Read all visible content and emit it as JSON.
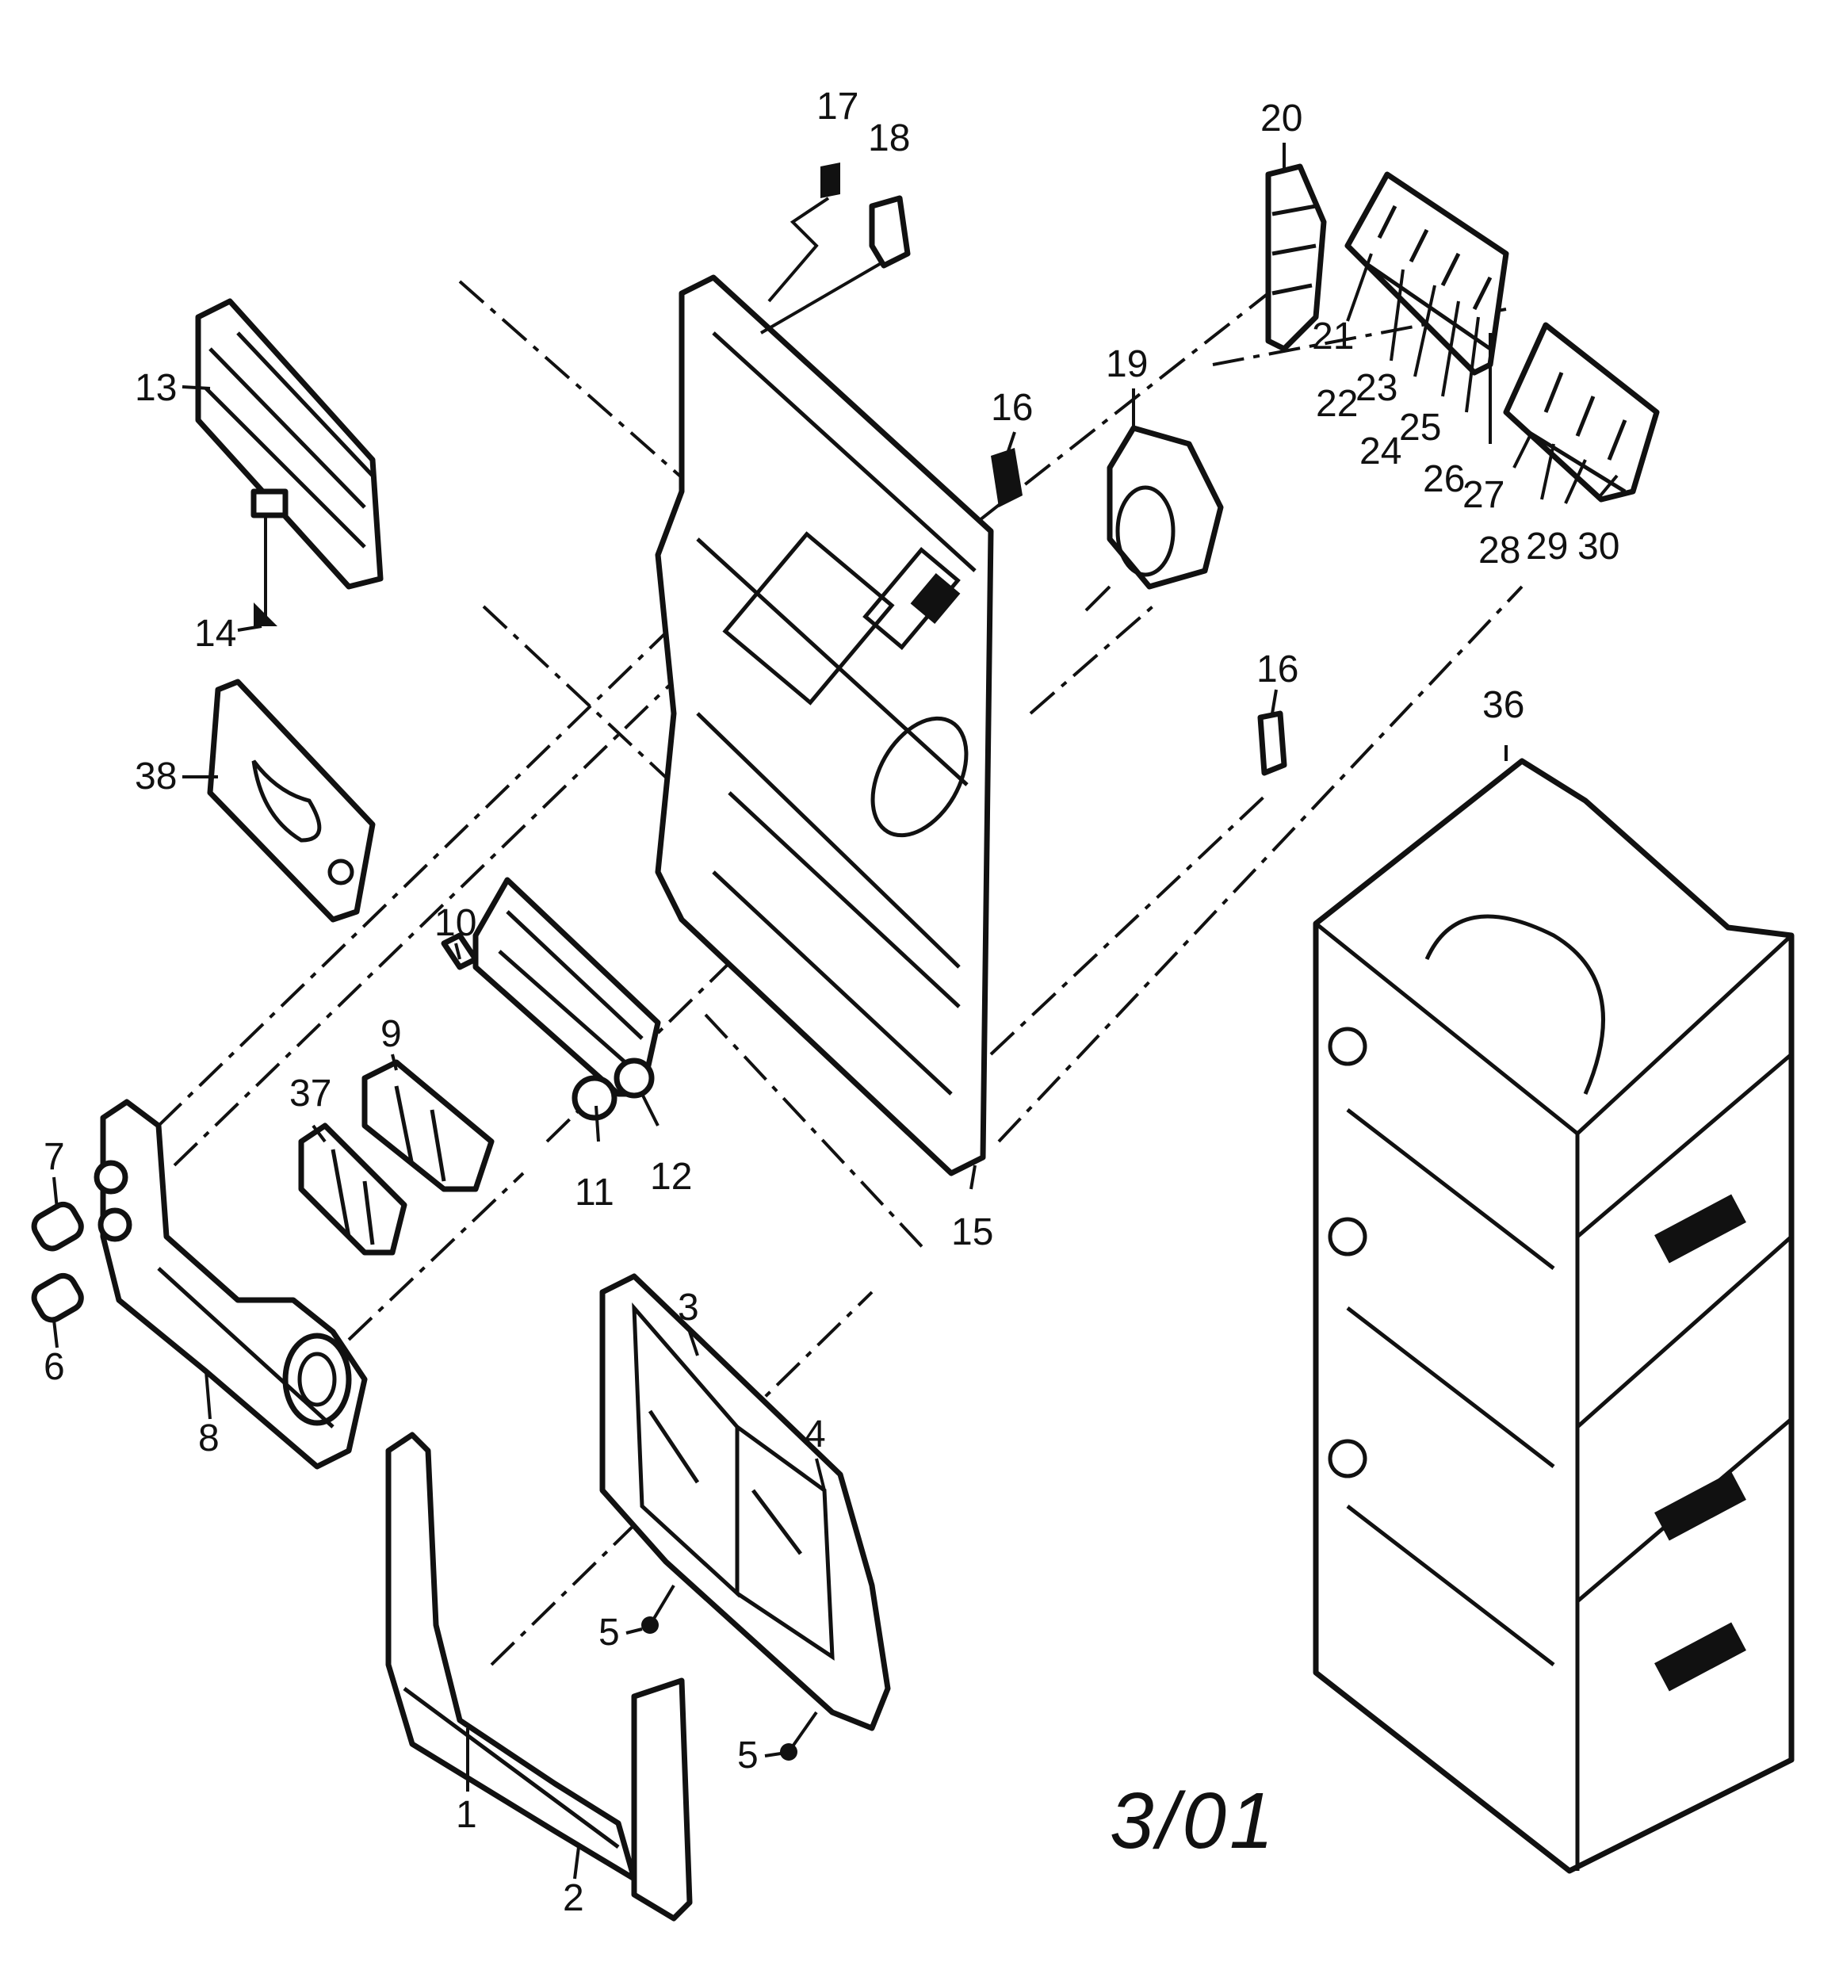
{
  "colors": {
    "line": "#111111",
    "background": "#ffffff"
  },
  "callouts": {
    "c1": "1",
    "c2": "2",
    "c3": "3",
    "c4": "4",
    "c5a": "5",
    "c5b": "5",
    "c6": "6",
    "c7": "7",
    "c8": "8",
    "c9": "9",
    "c10": "10",
    "c11": "11",
    "c12": "12",
    "c13": "13",
    "c14": "14",
    "c15": "15",
    "c16a": "16",
    "c16b": "16",
    "c17": "17",
    "c18": "18",
    "c19": "19",
    "c20": "20",
    "c21": "21",
    "c22": "22",
    "c23": "23",
    "c24": "24",
    "c25": "25",
    "c26": "26",
    "c27": "27",
    "c28": "28",
    "c29": "29",
    "c30": "30",
    "c36": "36",
    "c37": "37",
    "c38": "38"
  },
  "date_stamp": "3/01"
}
